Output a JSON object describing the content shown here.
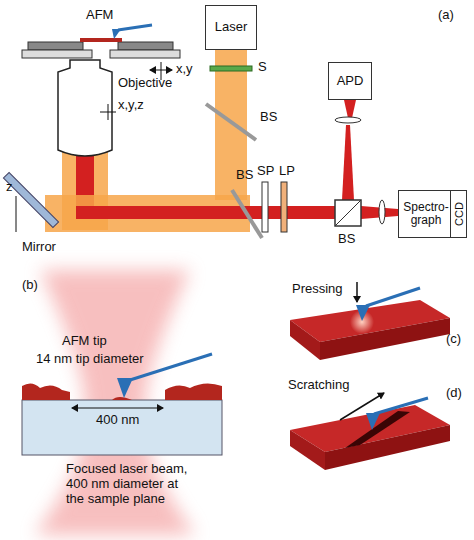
{
  "diagram": {
    "nodes": [
      {
        "text": [
          "Laser"
        ]
      },
      {
        "text": [
          "APD"
        ]
      },
      {
        "text": [
          "Spectro-graph"
        ]
      },
      {
        "text": [
          "CCD"
        ]
      }
    ],
    "labels": [
      "(a)",
      "AFM",
      "x,y",
      "Objective",
      "x,y,z",
      "S",
      "BS",
      "BS",
      "SP",
      "LP",
      "BS",
      "z",
      "Mirror",
      "(b)",
      "AFM tip",
      "14 nm tip diameter",
      "400 nm",
      "Focused laser beam, 400 nm diameter at the sample plane",
      "(c)",
      "Pressing",
      "(d)",
      "Scratching"
    ]
  }
}
